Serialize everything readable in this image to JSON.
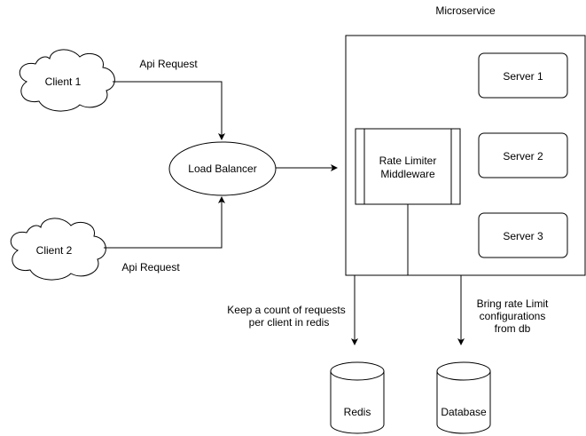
{
  "diagram": {
    "microservice_title": "Microservice",
    "clients": [
      {
        "label": "Client 1"
      },
      {
        "label": "Client 2"
      }
    ],
    "edge_labels": {
      "api_request_top": "Api Request",
      "api_request_bottom": "Api Request",
      "redis_note": [
        "Keep a count of requests",
        "per client in redis"
      ],
      "db_note": [
        "Bring rate Limit",
        "configurations",
        "from db"
      ]
    },
    "load_balancer": "Load Balancer",
    "middleware": [
      "Rate Limiter",
      "Middleware"
    ],
    "servers": [
      "Server 1",
      "Server 2",
      "Server 3"
    ],
    "stores": [
      "Redis",
      "Database"
    ],
    "colors": {
      "stroke": "#000000",
      "fill": "#ffffff"
    }
  }
}
